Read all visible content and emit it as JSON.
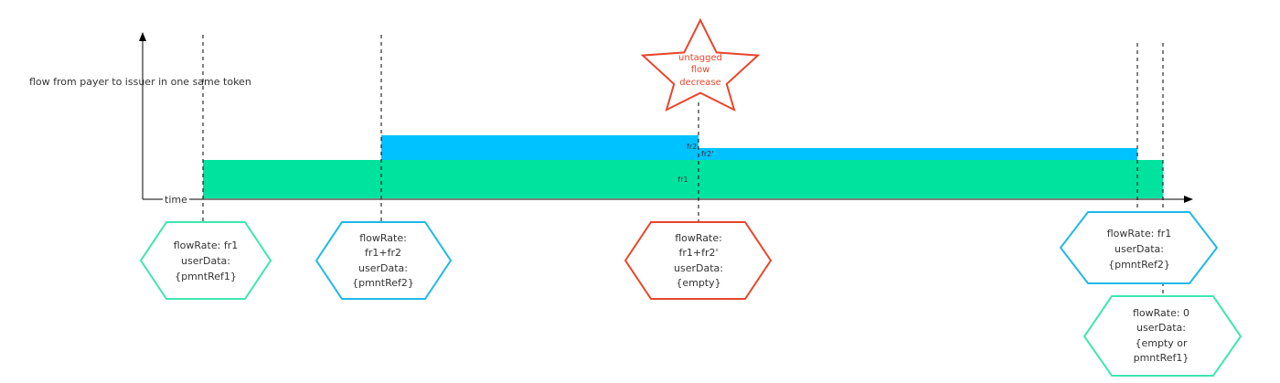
{
  "diagram": {
    "y_axis_label": "flow from payer to issuer in one same token",
    "x_axis_label": "time",
    "bars": {
      "fr1": "fr1",
      "fr2": "fr2",
      "fr2_prime": "fr2'"
    },
    "star": {
      "line1": "untagged",
      "line2": "flow",
      "line3": "decrease"
    },
    "annotations": [
      {
        "lines": [
          "flowRate: fr1",
          "userData:",
          "{pmntRef1}"
        ]
      },
      {
        "lines": [
          "flowRate:",
          "fr1+fr2",
          "userData:",
          "{pmntRef2}"
        ]
      },
      {
        "lines": [
          "flowRate:",
          "fr1+fr2'",
          "userData:",
          "{empty}"
        ]
      },
      {
        "lines": [
          "flowRate: fr1",
          "userData:",
          "{pmntRef2}"
        ]
      },
      {
        "lines": [
          "flowRate: 0",
          "userData:",
          "{empty or",
          "pmntRef1}"
        ]
      }
    ],
    "colors": {
      "green": "#00e39f",
      "blue": "#00c2ff",
      "red": "#e8452c",
      "green_outline": "#3ee6b0",
      "blue_outline": "#1fb8ea"
    }
  }
}
